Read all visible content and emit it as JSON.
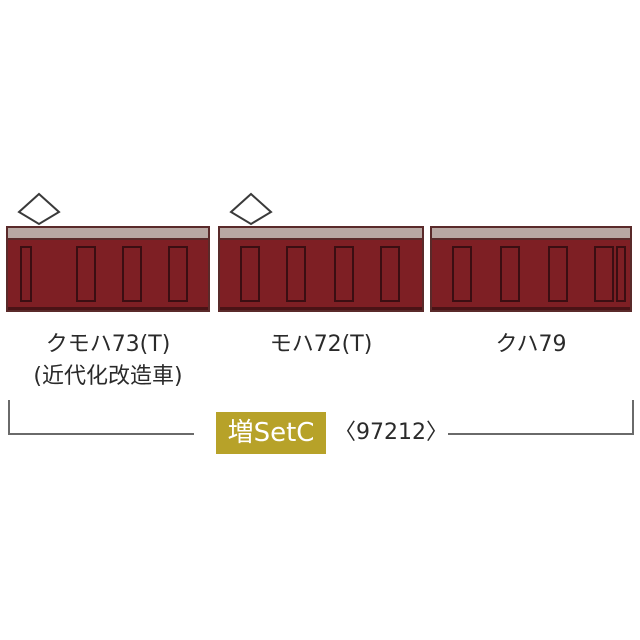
{
  "cars": [
    {
      "name": "クモハ73(T)",
      "note": "(近代化改造車)",
      "pantograph": true
    },
    {
      "name": "モハ72(T)",
      "note": "",
      "pantograph": true
    },
    {
      "name": "クハ79",
      "note": "",
      "pantograph": false
    }
  ],
  "set": {
    "badge": "増SetC",
    "code": "〈97212〉"
  },
  "colors": {
    "body": "#7e1f24",
    "roof": "#b8a8a3",
    "badge": "#b7a229"
  }
}
